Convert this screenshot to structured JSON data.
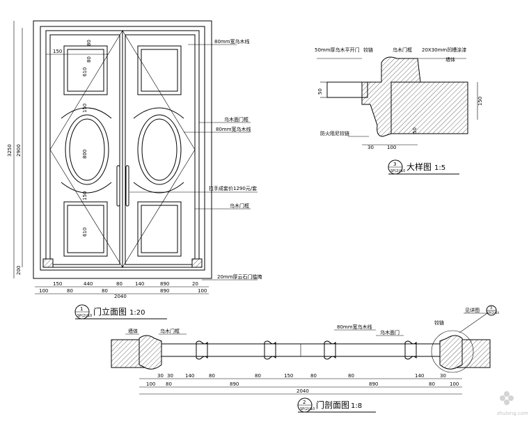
{
  "elevation": {
    "title": "门立面图",
    "scale": "1:20",
    "badge_num": "1",
    "badge_sub": "SP(2)/10",
    "labels": {
      "trim80": "80mm宽乌木线",
      "panel_frame": "乌木面门框",
      "trim80b": "80mm宽乌木线",
      "handle": "拉手成套价1290元/套",
      "door_frame": "乌木门框",
      "threshold": "20mm厚云石门槛掩"
    },
    "dims_top": [
      "150",
      "80",
      "80"
    ],
    "dims_side_vert": [
      "610",
      "150",
      "800",
      "150",
      "610"
    ],
    "dims_left_total": "3250",
    "dims_left_inner": "2900",
    "dims_left_base": "200",
    "dims_bottom_row1": [
      "150",
      "440",
      "80",
      "140",
      "890",
      "20"
    ],
    "dims_bottom_row2": [
      "100",
      "80",
      "80",
      "890",
      "100"
    ],
    "dims_bottom_total": "2040"
  },
  "detail": {
    "title": "大样图",
    "scale": "1:5",
    "badge_num": "3",
    "badge_sub": "SP(2)/10",
    "labels": {
      "l1": "50mm厚乌木平开门",
      "l2": "铰链",
      "l3": "乌木门框",
      "l4": "20X30mm凹槽涂漆",
      "l5": "墙体",
      "l6": "防火阻尼铰链"
    },
    "dims": [
      "50",
      "150",
      "50",
      "30",
      "100"
    ]
  },
  "section": {
    "title": "门剖面图",
    "scale": "1:8",
    "badge_num": "2",
    "badge_sub": "SP(2)/10",
    "ref_badge_num": "3",
    "ref_badge_sub": "SP(2)/10",
    "labels": {
      "wall": "墙体",
      "frame": "乌木门框",
      "trim": "80mm宽乌木线",
      "door": "乌木面门",
      "hinge": "铰链",
      "ref": "见详图"
    },
    "dims_row1": [
      "30",
      "30",
      "140",
      "80",
      "80",
      "150",
      "80",
      "80",
      "140",
      "30"
    ],
    "dims_row2": [
      "100",
      "80",
      "890",
      "890",
      "80",
      "100"
    ],
    "dims_total": "2040"
  },
  "watermark": "zhulong.com"
}
